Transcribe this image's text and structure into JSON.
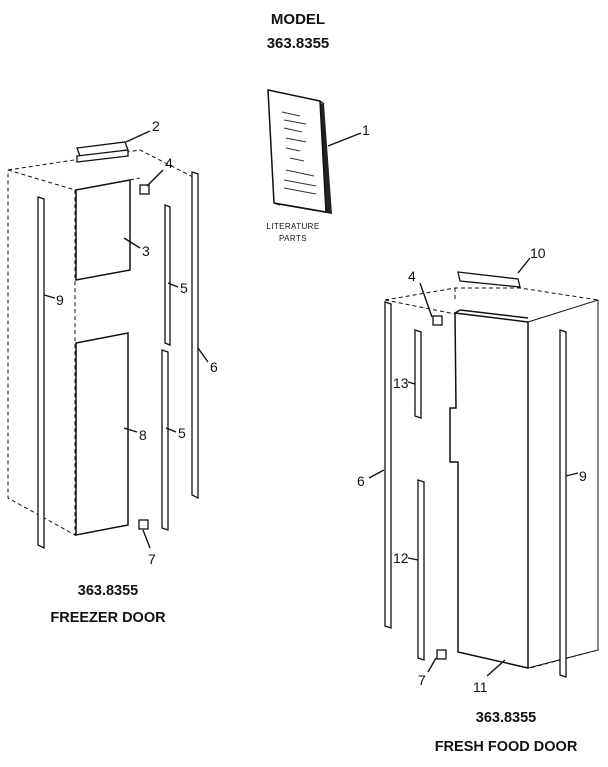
{
  "header": {
    "title": "MODEL",
    "model_number": "363.8355"
  },
  "literature": {
    "line1": "LITERATURE",
    "line2": "PARTS",
    "callout": "1"
  },
  "freezer": {
    "model_number": "363.8355",
    "title": "FREEZER DOOR",
    "callouts": {
      "c2": "2",
      "c3": "3",
      "c4": "4",
      "c5a": "5",
      "c5b": "5",
      "c6": "6",
      "c7": "7",
      "c8": "8",
      "c9": "9"
    }
  },
  "fresh": {
    "model_number": "363.8355",
    "title": "FRESH FOOD DOOR",
    "callouts": {
      "c4": "4",
      "c6": "6",
      "c7": "7",
      "c9": "9",
      "c10": "10",
      "c11": "11",
      "c12": "12",
      "c13": "13"
    }
  }
}
